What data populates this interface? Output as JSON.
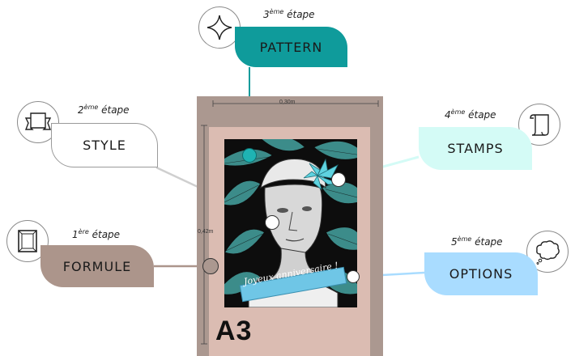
{
  "poster": {
    "format": "A3",
    "width_label": "0,30m",
    "height_label": "0,42m",
    "banner_text": "Joyeux anniversaire !"
  },
  "steps": [
    {
      "id": "formule",
      "number": "1",
      "suffix": "ère",
      "word": "étape",
      "label": "FORMULE",
      "icon": "frame-icon",
      "color": "#ac958b"
    },
    {
      "id": "style",
      "number": "2",
      "suffix": "ème",
      "word": "étape",
      "label": "STYLE",
      "icon": "banner-icon",
      "color": "#ffffff"
    },
    {
      "id": "pattern",
      "number": "3",
      "suffix": "ème",
      "word": "étape",
      "label": "PATTERN",
      "icon": "sparkle-icon",
      "color": "#0f9b9b"
    },
    {
      "id": "stamps",
      "number": "4",
      "suffix": "ème",
      "word": "étape",
      "label": "STAMPS",
      "icon": "scroll-icon",
      "color": "#d4fbf6"
    },
    {
      "id": "options",
      "number": "5",
      "suffix": "ème",
      "word": "étape",
      "label": "OPTIONS",
      "icon": "speech-cloud-icon",
      "color": "#a9dcff"
    }
  ]
}
